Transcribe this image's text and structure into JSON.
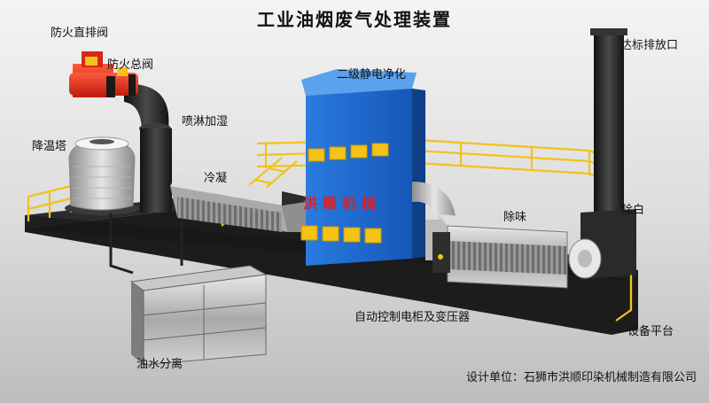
{
  "title": "工业油烟废气处理装置",
  "brand": "洪顺机械",
  "designer": "设计单位：石狮市洪顺印染机械制造有限公司",
  "labels": {
    "fire_direct_valve": "防火直排阀",
    "fire_main_valve": "防火总阀",
    "spray_humidify": "喷淋加湿",
    "cooling_tower": "降温塔",
    "condense": "冷凝",
    "esp": "二级静电净化",
    "stack": "达标排放口",
    "deodorize": "除味",
    "dewhite": "除白",
    "control_cabinet": "自动控制电柜及变压器",
    "platform": "设备平台",
    "oil_water": "油水分离"
  },
  "colors": {
    "esp_blue": "#1f6fd6",
    "railing_yellow": "#f2c21a",
    "duct_grey": "#2a2a2a",
    "valve_red": "#e0281e",
    "platform_dark": "#1c1c1c"
  }
}
